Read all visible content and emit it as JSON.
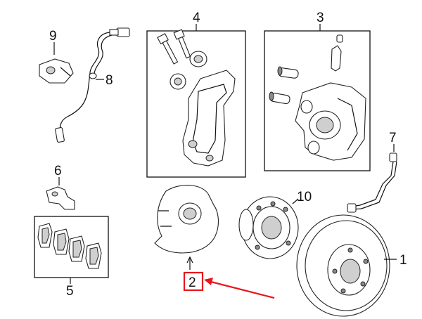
{
  "callouts": [
    {
      "id": "1",
      "label": "1"
    },
    {
      "id": "2",
      "label": "2"
    },
    {
      "id": "3",
      "label": "3"
    },
    {
      "id": "4",
      "label": "4"
    },
    {
      "id": "5",
      "label": "5"
    },
    {
      "id": "6",
      "label": "6"
    },
    {
      "id": "7",
      "label": "7"
    },
    {
      "id": "8",
      "label": "8"
    },
    {
      "id": "9",
      "label": "9"
    },
    {
      "id": "10",
      "label": "10"
    }
  ],
  "highlight": {
    "callout": "2",
    "color": "#e8161b"
  },
  "colors": {
    "line": "#111111",
    "shade": "#cfcfcf",
    "background": "#ffffff"
  }
}
